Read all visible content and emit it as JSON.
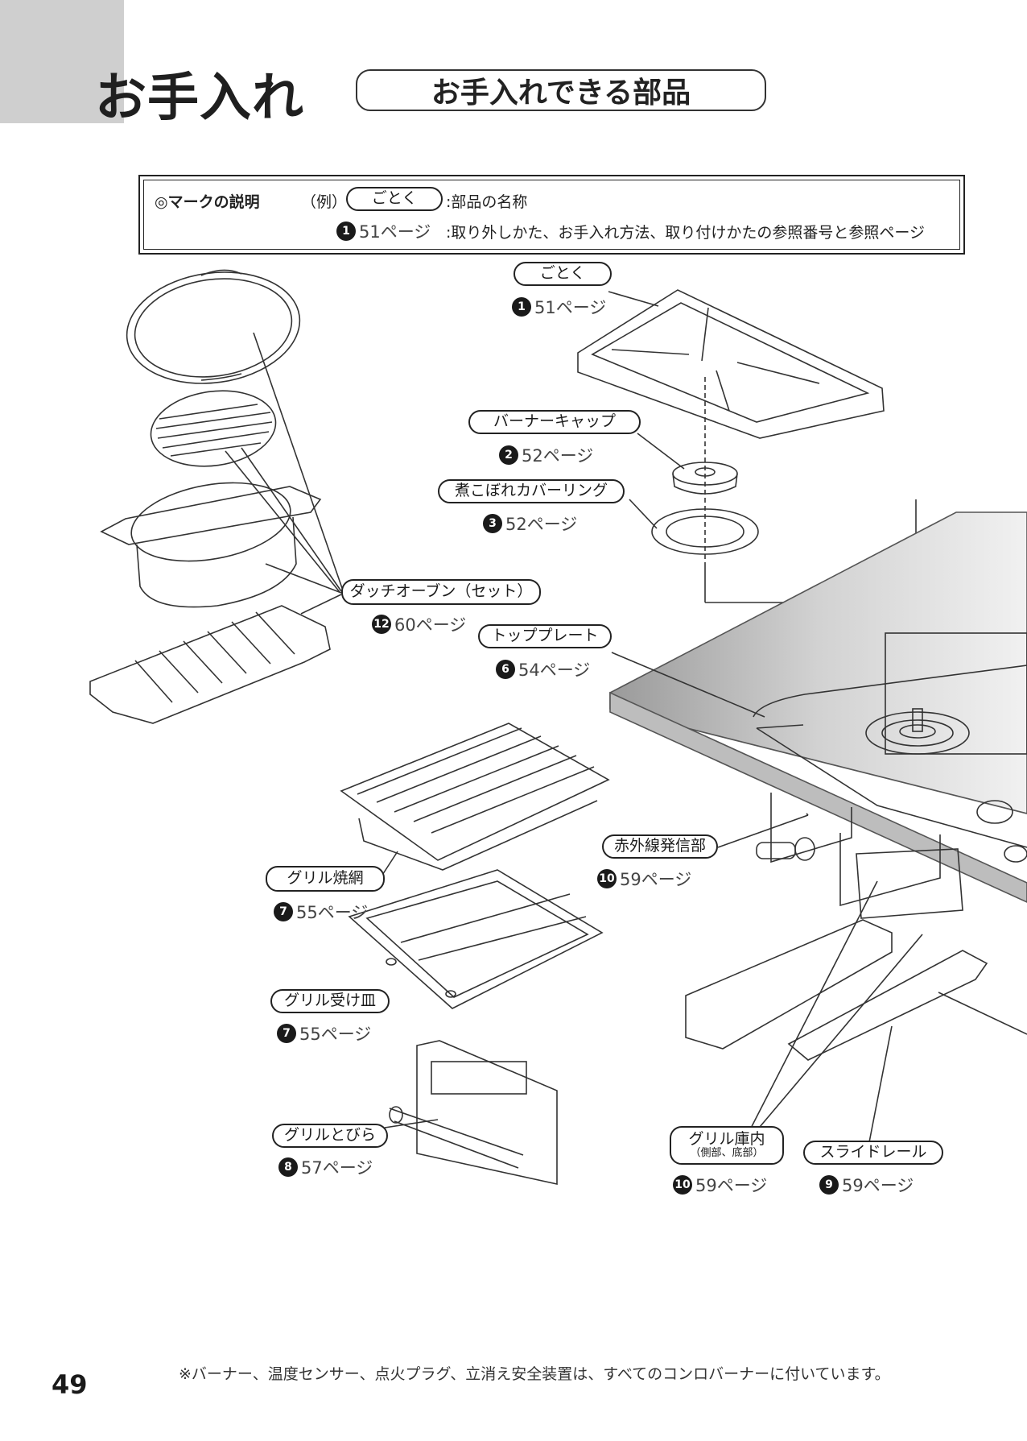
{
  "header": {
    "section_title": "お手入れ",
    "subtitle": "お手入れできる部品"
  },
  "legend": {
    "title": "◎マークの説明",
    "example_label": "（例）",
    "example_pill": "ごとく",
    "example_pill_desc": ":部品の名称",
    "example_ref_num": "1",
    "example_ref_page": "51ページ",
    "example_ref_desc": ":取り外しかた、お手入れ方法、取り付けかたの参照番号と参照ページ"
  },
  "parts": {
    "gotoku": {
      "name": "ごとく",
      "num": "1",
      "page": "51ページ"
    },
    "burner_cap": {
      "name": "バーナーキャップ",
      "num": "2",
      "page": "52ページ"
    },
    "cover_ring": {
      "name": "煮こぼれカバーリング",
      "num": "3",
      "page": "52ページ"
    },
    "dutch_oven": {
      "name": "ダッチオーブン（セット）",
      "num": "12",
      "page": "60ページ"
    },
    "top_plate": {
      "name": "トッププレート",
      "num": "6",
      "page": "54ページ"
    },
    "infrared": {
      "name": "赤外線発信部",
      "num": "10",
      "page": "59ページ"
    },
    "grill_net": {
      "name": "グリル焼網",
      "num": "7",
      "page": "55ページ"
    },
    "grill_tray": {
      "name": "グリル受け皿",
      "num": "7",
      "page": "55ページ"
    },
    "grill_door": {
      "name": "グリルとびら",
      "num": "8",
      "page": "57ページ"
    },
    "grill_interior": {
      "name": "グリル庫内",
      "sub": "（側部、底部）",
      "num": "10",
      "page": "59ページ"
    },
    "slide_rail": {
      "name": "スライドレール",
      "num": "9",
      "page": "59ページ"
    }
  },
  "footnote": "※バーナー、温度センサー、点火プラグ、立消え安全装置は、すべてのコンロバーナーに付いています。",
  "page_number": "49"
}
